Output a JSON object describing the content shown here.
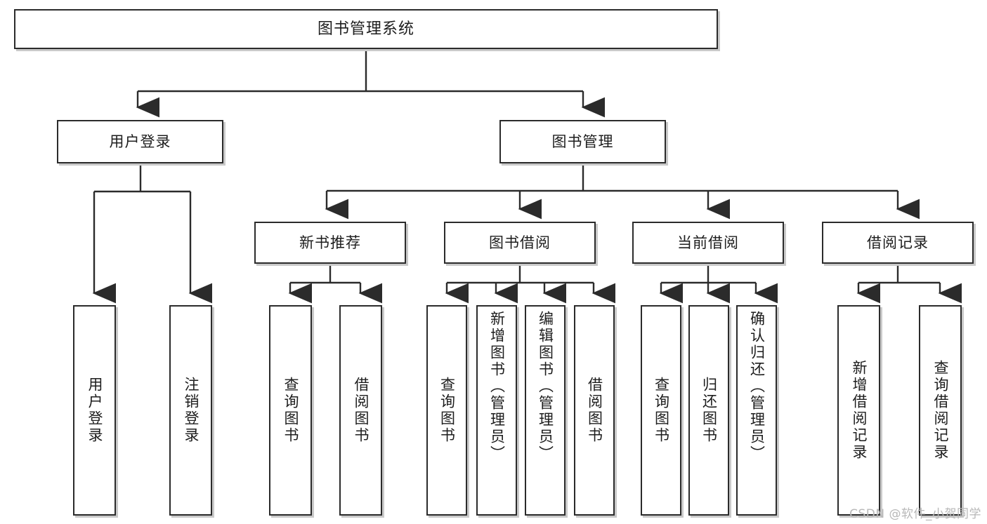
{
  "diagram": {
    "title": "图书管理系统",
    "type": "tree",
    "watermark": "CSDN @软件_小贺同学",
    "colors": {
      "border": "#2b2b2b",
      "shadow": "#c9c9c9",
      "background": "#ffffff",
      "text": "#1d1d1d",
      "connector": "#2b2b2b",
      "watermark": "#b8b8b8"
    },
    "root": {
      "label": "图书管理系统"
    },
    "level2": [
      {
        "label": "用户登录"
      },
      {
        "label": "图书管理"
      }
    ],
    "level3": [
      {
        "label": "新书推荐"
      },
      {
        "label": "图书借阅"
      },
      {
        "label": "当前借阅"
      },
      {
        "label": "借阅记录"
      }
    ],
    "leaves": {
      "user_login": [
        {
          "label": "用户登录"
        },
        {
          "label": "注销登录"
        }
      ],
      "new_book_recommend": [
        {
          "label": "查询图书"
        },
        {
          "label": "借阅图书"
        }
      ],
      "book_borrow": [
        {
          "label": "查询图书"
        },
        {
          "label": "新增图书（管理员）"
        },
        {
          "label": "编辑图书（管理员）"
        },
        {
          "label": "借阅图书"
        }
      ],
      "current_borrow": [
        {
          "label": "查询图书"
        },
        {
          "label": "归还图书"
        },
        {
          "label": "确认归还（管理员）"
        }
      ],
      "borrow_record": [
        {
          "label": "新增借阅记录"
        },
        {
          "label": "查询借阅记录"
        }
      ]
    }
  }
}
